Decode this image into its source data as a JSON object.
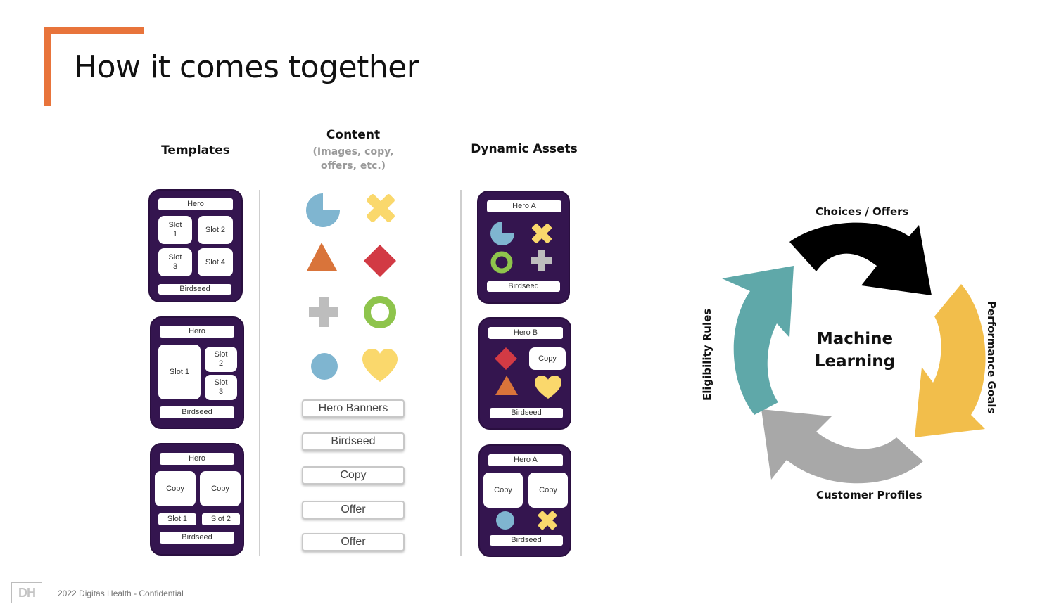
{
  "title": "How it comes together",
  "colors": {
    "accent": "#e8743b",
    "card": "#34154f",
    "teal": "#5fa8a9",
    "yellow": "#f2be4b",
    "gray": "#a8a8a8",
    "black": "#000000"
  },
  "columns": {
    "templates": {
      "heading": "Templates"
    },
    "content": {
      "heading": "Content",
      "subheading": "(Images, copy, offers, etc.)"
    },
    "dynamic": {
      "heading": "Dynamic Assets"
    }
  },
  "templates": {
    "t1": {
      "hero": "Hero",
      "slot1": "Slot 1",
      "slot2": "Slot 2",
      "slot3": "Slot 3",
      "slot4": "Slot 4",
      "birdseed": "Birdseed"
    },
    "t2": {
      "hero": "Hero",
      "slot1": "Slot 1",
      "slot2": "Slot 2",
      "slot3": "Slot 3",
      "birdseed": "Birdseed"
    },
    "t3": {
      "hero": "Hero",
      "copy1": "Copy",
      "copy2": "Copy",
      "slot1": "Slot 1",
      "slot2": "Slot 2",
      "birdseed": "Birdseed"
    }
  },
  "content_shapes": [
    "pie-icon",
    "x-icon",
    "triangle-icon",
    "diamond-icon",
    "plus-icon",
    "ring-icon",
    "circle-icon",
    "heart-icon"
  ],
  "content_items": [
    "Hero Banners",
    "Birdseed",
    "Copy",
    "Offer",
    "Offer"
  ],
  "dynamic_assets": {
    "a1": {
      "hero": "Hero A",
      "birdseed": "Birdseed"
    },
    "a2": {
      "hero": "Hero B",
      "copy": "Copy",
      "birdseed": "Birdseed"
    },
    "a3": {
      "hero": "Hero A",
      "copy1": "Copy",
      "copy2": "Copy",
      "birdseed": "Birdseed"
    }
  },
  "cycle": {
    "center": "Machine Learning",
    "top": "Choices / Offers",
    "right": "Performance Goals",
    "bottom": "Customer Profiles",
    "left": "Eligibility Rules"
  },
  "footer": {
    "logo": "DH",
    "text": "2022 Digitas Health - Confidential"
  }
}
